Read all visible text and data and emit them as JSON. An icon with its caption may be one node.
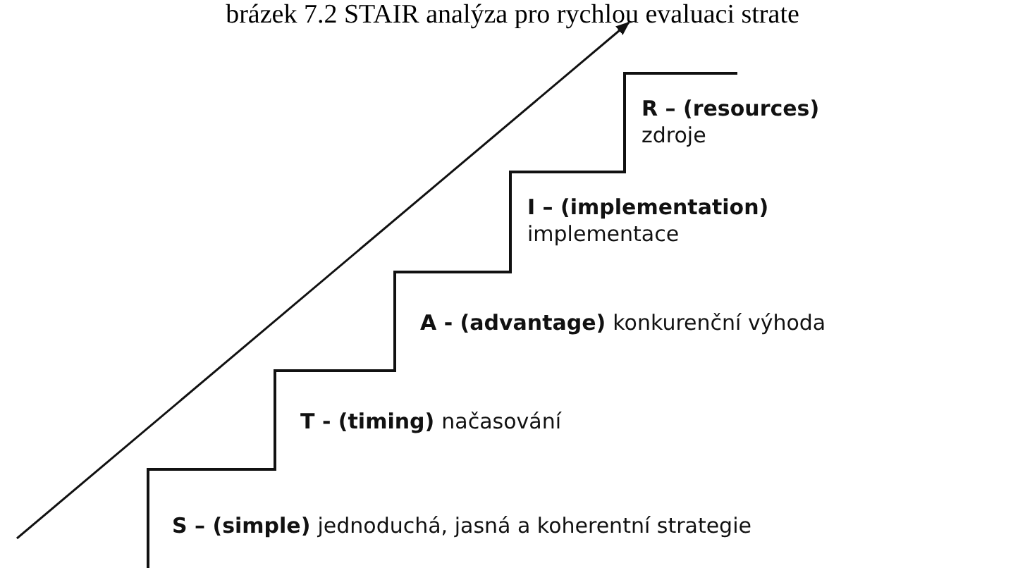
{
  "diagram": {
    "title": "brázek 7.2 STAIR analýza pro rychlou evaluaci strate",
    "nodes": [
      {
        "text": [
          "R – (resources)",
          "zdroje"
        ]
      },
      {
        "text": [
          "I – (implementation)",
          "implementace"
        ]
      },
      {
        "text": [
          "A - (advantage)",
          "konkurenční výhoda"
        ]
      },
      {
        "text": [
          "T - (timing)",
          "načasování"
        ]
      },
      {
        "text": [
          "S – (simple)",
          "jednoduchá, jasná a koherentní strategie"
        ]
      }
    ],
    "edges": []
  }
}
